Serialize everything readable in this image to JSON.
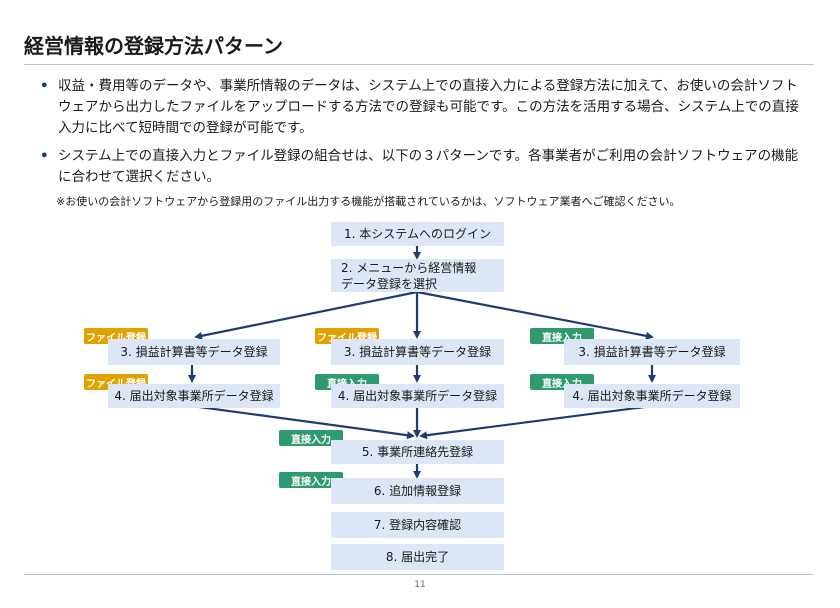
{
  "title": "経営情報の登録方法パターン",
  "bullets": [
    "収益・費用等のデータや、事業所情報のデータは、システム上での直接入力による登録方法に加えて、お使いの会計ソフトウェアから出力したファイルをアップロードする方法での登録も可能です。この方法を活用する場合、システム上での直接入力に比べて短時間での登録が可能です。",
    "システム上での直接入力とファイル登録の組合せは、以下の３パターンです。各事業者がご利用の会計ソフトウェアの機能に合わせて選択ください。"
  ],
  "bullet_marker": "•",
  "note": "※お使いの会計ソフトウェアから登録用のファイル出力する機能が搭載されているかは、ソフトウェア業者へご確認ください。",
  "steps": {
    "login": "1. 本システムへのログイン",
    "menu_line1": "2. メニューから経営情報",
    "menu_line2": "データ登録を選択",
    "pl": "3. 損益計算書等データ登録",
    "office": "4. 届出対象事業所データ登録",
    "contact": "5. 事業所連絡先登録",
    "additional": "6. 追加情報登録",
    "confirm": "7. 登録内容確認",
    "complete": "8. 届出完了"
  },
  "tags": {
    "file": "ファイル登録",
    "direct": "直接入力"
  },
  "colors": {
    "box": "#dce6f4",
    "arrow": "#1f3b73",
    "file_tag": "#e0a200",
    "direct_tag": "#2e9a6e"
  },
  "page_number": "11"
}
